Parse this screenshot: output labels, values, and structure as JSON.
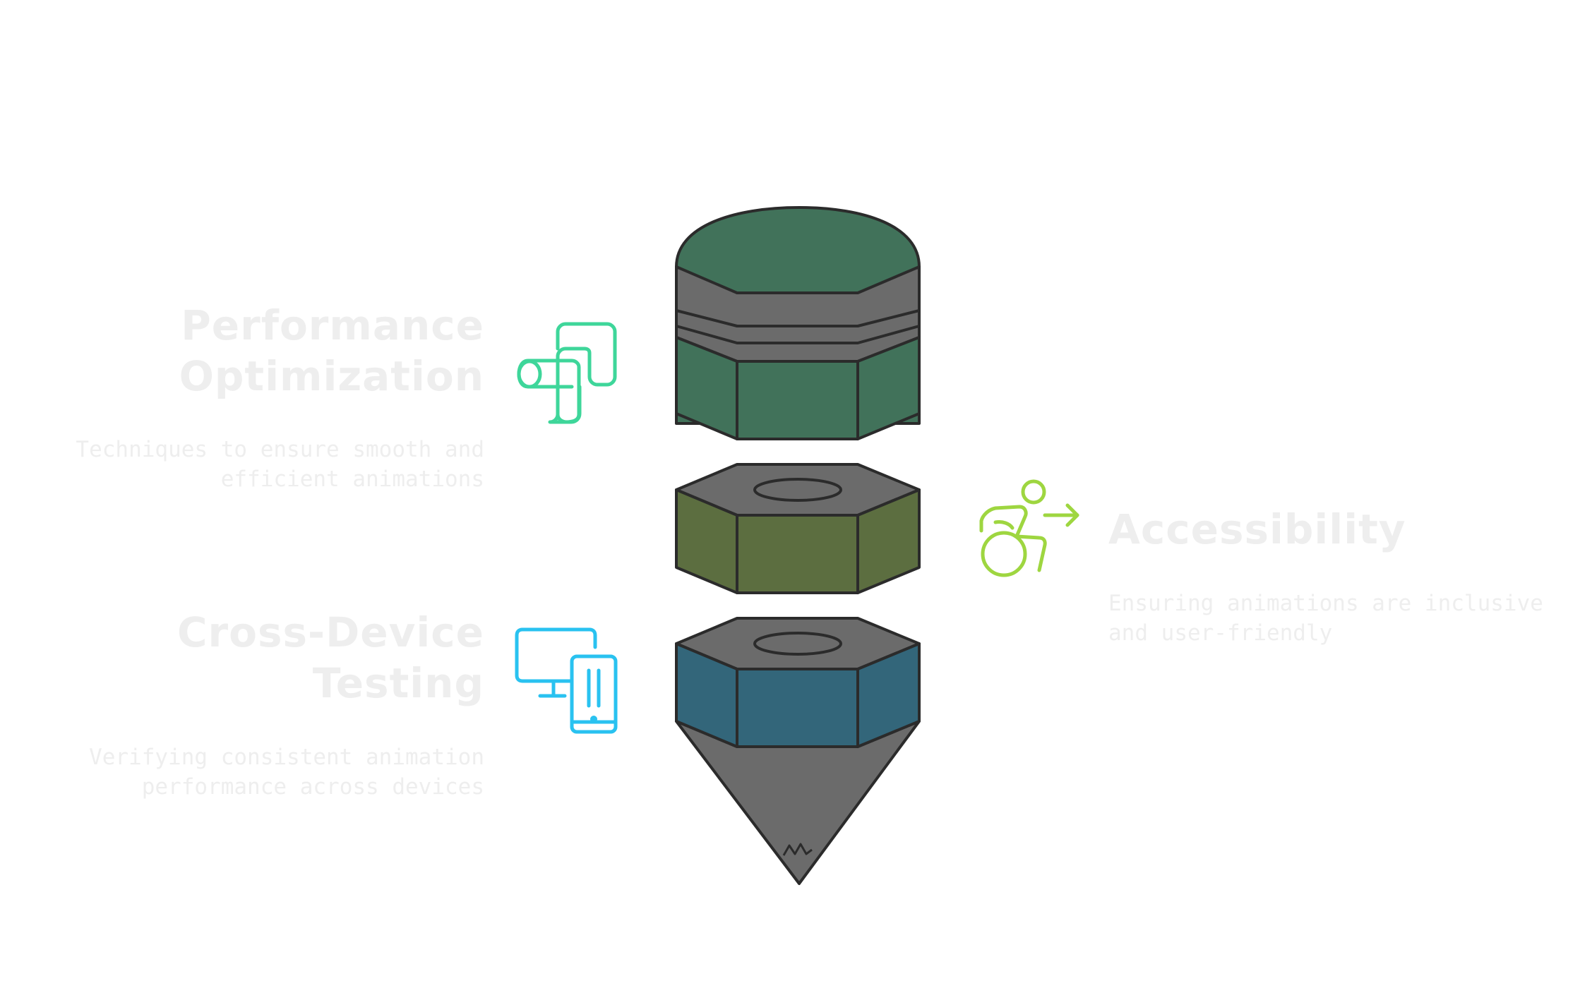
{
  "colors": {
    "top_body": "#41725a",
    "middle_body": "#5c6e40",
    "bottom_body": "#33667a",
    "cap_gray": "#6b6b6b",
    "outline": "#2b2b2b",
    "label_text": "#eeeeee",
    "performance_icon": "#3ed69a",
    "cross_device_icon": "#29c2f0",
    "accessibility_icon": "#9ed640"
  },
  "sections": {
    "performance": {
      "title": "Performance Optimization",
      "title_lines": [
        "Performance",
        "Optimization"
      ],
      "description_lines": [
        "Techniques to ensure smooth and",
        "efficient animations"
      ],
      "icon": "route-icon"
    },
    "cross_device": {
      "title": "Cross-Device Testing",
      "title_lines": [
        "Cross-Device",
        "Testing"
      ],
      "description_lines": [
        "Verifying consistent animation",
        "performance across devices"
      ],
      "icon": "devices-icon"
    },
    "accessibility": {
      "title": "Accessibility",
      "title_lines": [
        "Accessibility"
      ],
      "description_lines": [
        "Ensuring animations are inclusive",
        "and user-friendly"
      ],
      "icon": "accessible-forward-icon"
    }
  }
}
